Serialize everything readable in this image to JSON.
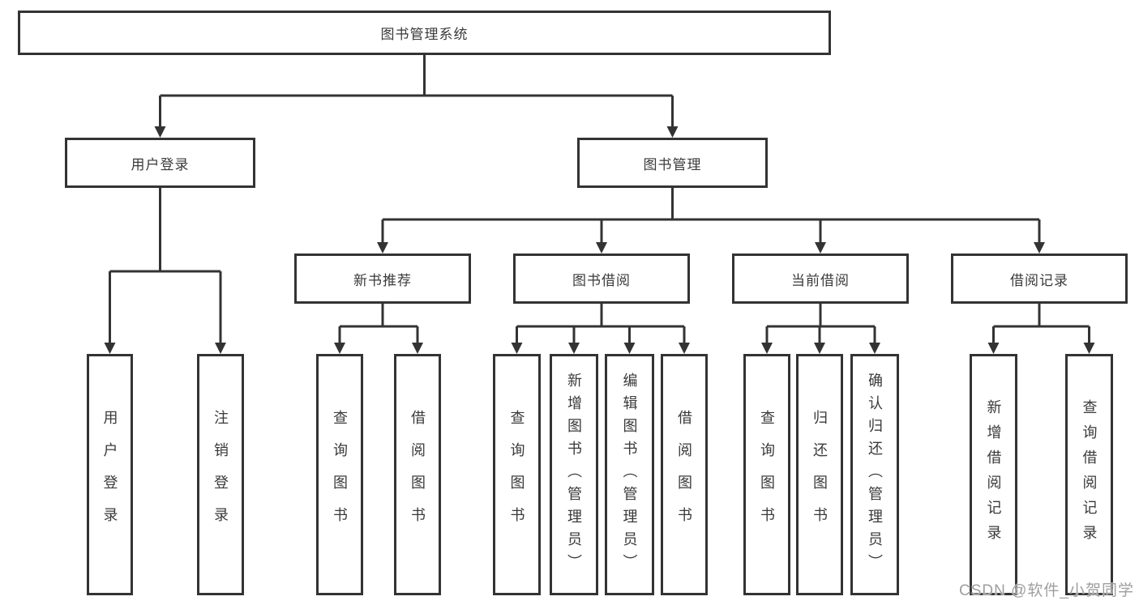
{
  "tree": {
    "root": {
      "label": "图书管理系统"
    },
    "branches": [
      {
        "label": "用户登录",
        "children": [
          {
            "label": "用户登录"
          },
          {
            "label": "注销登录"
          }
        ]
      },
      {
        "label": "图书管理",
        "children": [
          {
            "label": "新书推荐",
            "children": [
              {
                "label": "查询图书"
              },
              {
                "label": "借阅图书"
              }
            ]
          },
          {
            "label": "图书借阅",
            "children": [
              {
                "label": "查询图书"
              },
              {
                "label": "新增图书（管理员）"
              },
              {
                "label": "编辑图书（管理员）"
              },
              {
                "label": "借阅图书"
              }
            ]
          },
          {
            "label": "当前借阅",
            "children": [
              {
                "label": "查询图书"
              },
              {
                "label": "归还图书"
              },
              {
                "label": "确认归还（管理员）"
              }
            ]
          },
          {
            "label": "借阅记录",
            "children": [
              {
                "label": "新增借阅记录"
              },
              {
                "label": "查询借阅记录"
              }
            ]
          }
        ]
      }
    ]
  },
  "watermark": {
    "text": "CSDN @软件_小贺同学"
  },
  "colors": {
    "line": "#333333",
    "node-text": "#3a3a3a",
    "watermark": "#9e9e9e",
    "background": "#ffffff"
  }
}
